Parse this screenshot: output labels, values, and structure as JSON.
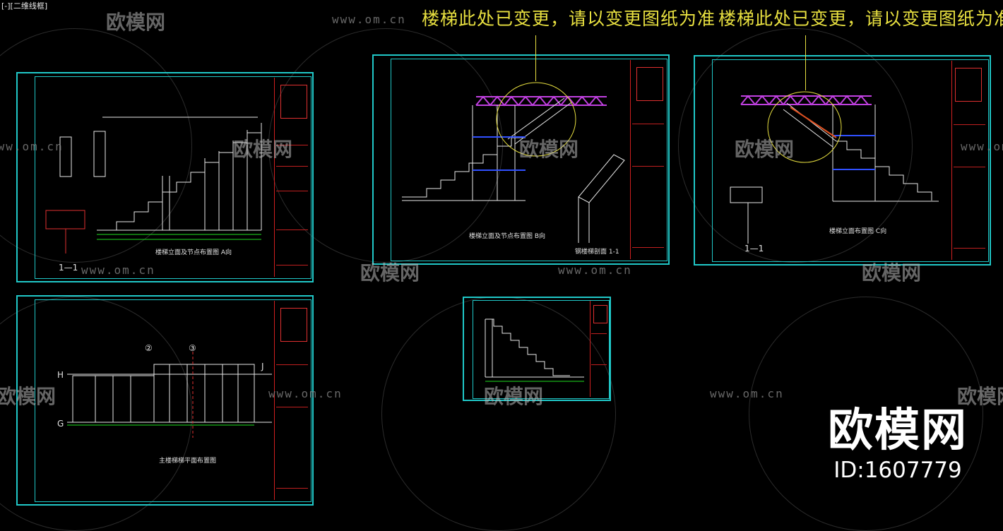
{
  "viewport_label": "[-][二维线框]",
  "change_note": "楼梯此处已变更，请以变更图纸为准",
  "watermark": {
    "url": "www.om.cn",
    "logo": "欧模网"
  },
  "brand": {
    "name": "欧模网",
    "id": "ID:1607779"
  },
  "sheets": {
    "a": {
      "caption": "楼梯立面及节点布置图 A向",
      "section": "1—1"
    },
    "b": {
      "caption": "楼梯立面及节点布置图 B向",
      "section_caption": "钢楼梯剖面 1-1"
    },
    "c": {
      "caption": "楼梯立面布置图 C向",
      "section": "1—1"
    },
    "plan": {
      "caption": "主楼梯梯平面布置图",
      "grid_top": [
        "②",
        "③"
      ],
      "grid_left": [
        "H",
        "G"
      ],
      "grid_right": "J"
    }
  },
  "colors": {
    "frame": "#20c8c8",
    "titleblock": "#e03030",
    "note": "#e8e040",
    "truss": "#c040e0"
  }
}
